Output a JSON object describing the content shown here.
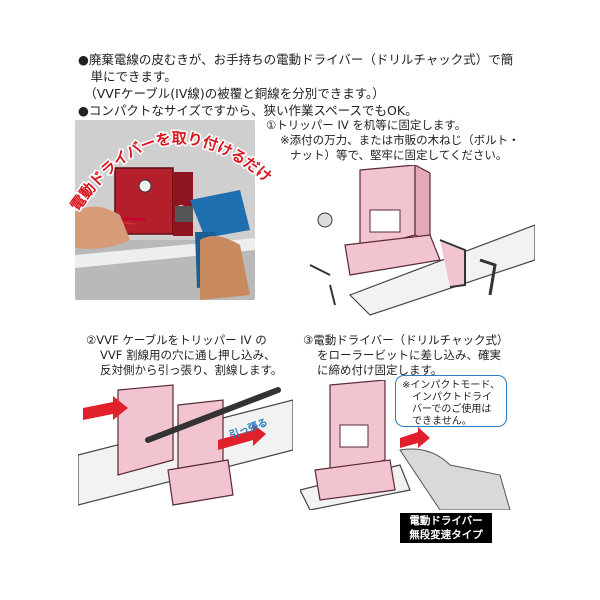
{
  "intro": {
    "line1": "●廃棄電線の皮むきが、お手持ちの電動ドライバー（ドリルチャック式）で簡",
    "line2": "　単にできます。",
    "line3": "　（VVFケーブル(IV線)の被覆と銅線を分別できます。）",
    "line4": "●コンパクトなサイズですから、狭い作業スペースでもOK。"
  },
  "photo": {
    "arc_text": "電動ドライバーを取り付けるだけ"
  },
  "step1": {
    "line1": "①トリッパー IV を机等に固定します。",
    "line2": "※添付の万力、または市販の木ねじ（ボルト・",
    "line3": "ナット）等で、堅牢に固定してください。"
  },
  "step2": {
    "line1": "②VVF ケーブルをトリッパー IV の",
    "line2": "VVF 割線用の穴に通し押し込み、",
    "line3": "反対側から引っ張り、割線します。",
    "pull_label": "引っ張る"
  },
  "step3": {
    "line1": "③電動ドライバー（ドリルチャック式）",
    "line2": "をローラービットに差し込み、確実",
    "line3": "に締め付け固定します。"
  },
  "warning": {
    "line1": "※インパクトモード、",
    "line2": "インパクトドライ",
    "line3": "バーでのご使用は",
    "line4": "できません。"
  },
  "banner": {
    "line1": "電動ドライバー",
    "line2": "無段変速タイプ"
  },
  "colors": {
    "device_pink": "#f2c4cf",
    "device_outline": "#5a2a36",
    "photo_red": "#b3202c",
    "arc_text_red": "#d9161d",
    "arrow_red": "#e0202a",
    "warn_border": "#2a7cc0"
  }
}
